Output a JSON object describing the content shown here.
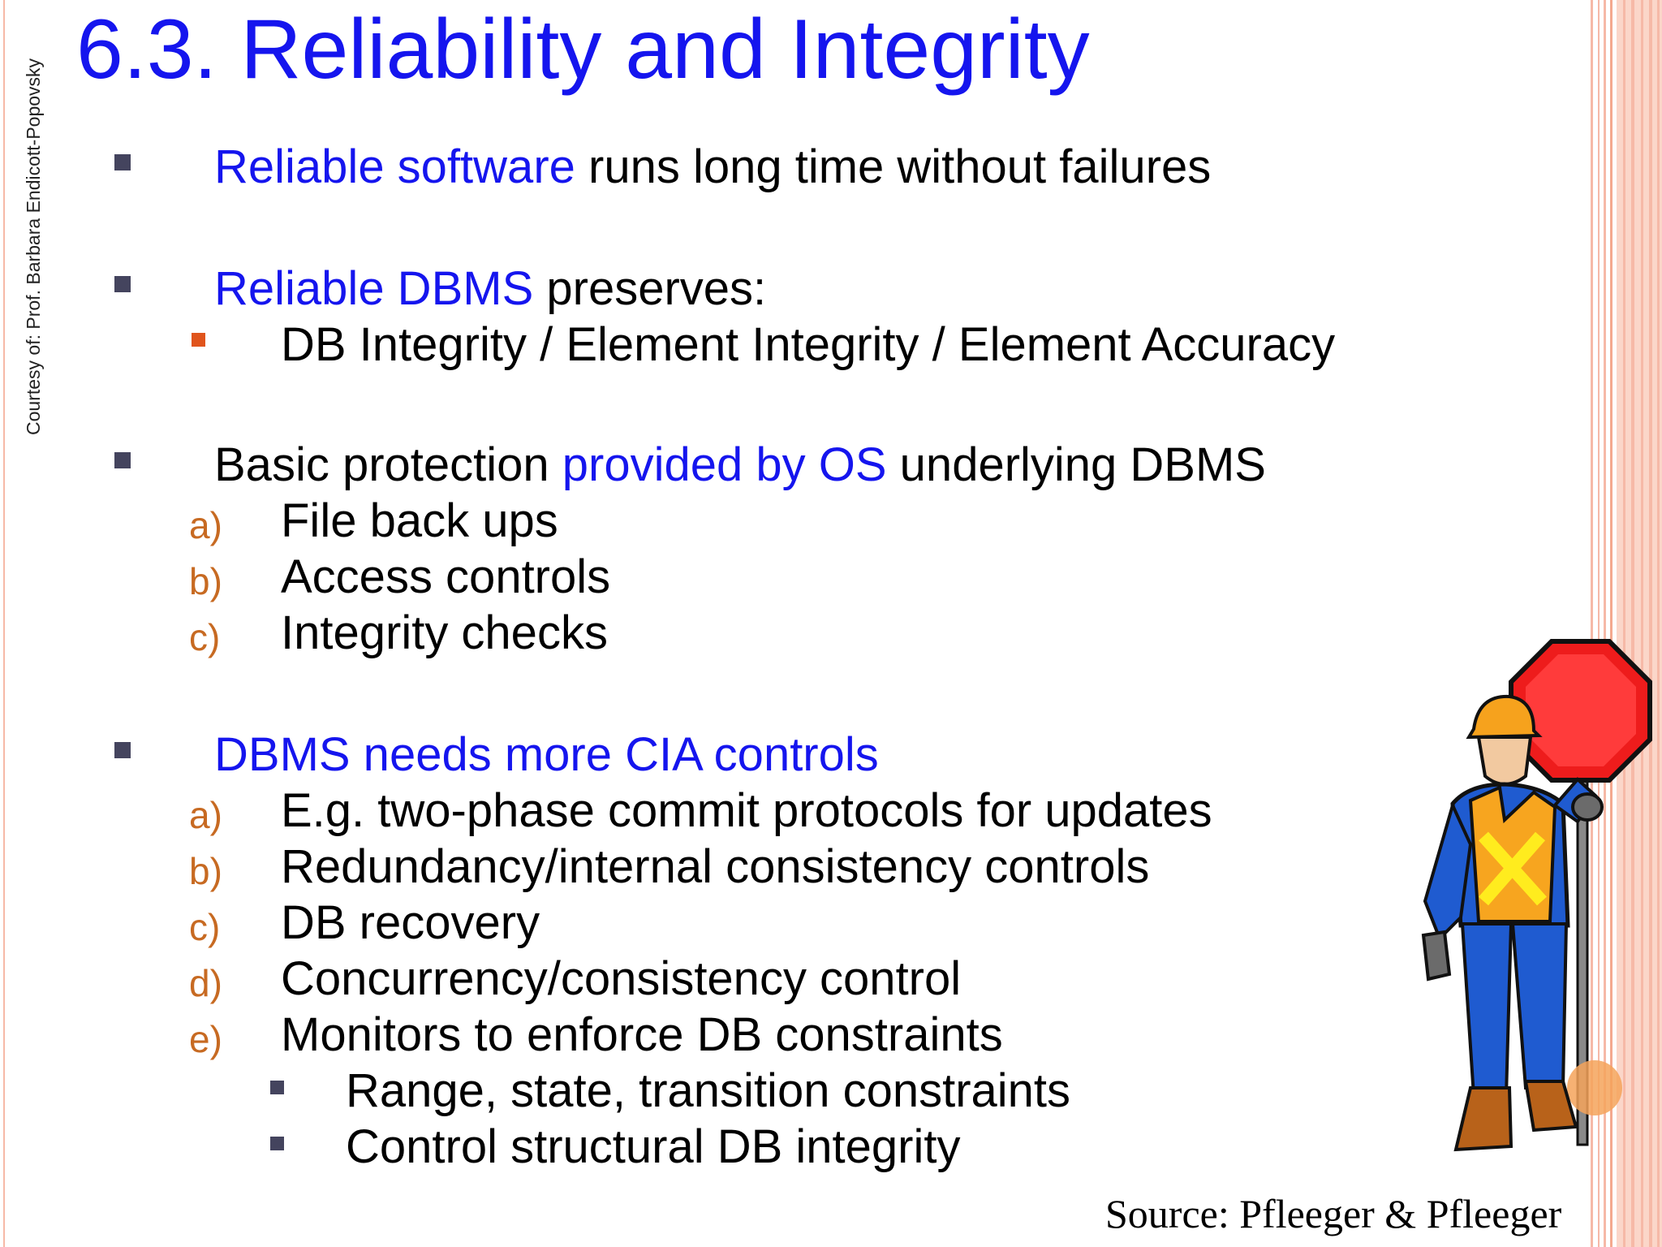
{
  "courtesy": "Courtesy of: Prof. Barbara Endicott-Popovsky",
  "title": "6.3. Reliability and Integrity",
  "bullets": {
    "b1": {
      "highlight": "Reliable software",
      "rest": " runs long time without failures"
    },
    "b2": {
      "highlight": "Reliable DBMS",
      "rest": " preserves:",
      "sub": "DB Integrity / Element Integrity / Element Accuracy"
    },
    "b3": {
      "pre": "Basic protection ",
      "highlight": "provided by OS",
      "rest": " underlying DBMS",
      "items": [
        {
          "letter": "a)",
          "text": "File back ups"
        },
        {
          "letter": "b)",
          "text": "Access controls"
        },
        {
          "letter": "c)",
          "text": "Integrity checks"
        }
      ]
    },
    "b4": {
      "highlight": "DBMS needs more CIA controls",
      "items": [
        {
          "letter": "a)",
          "text": "E.g. two-phase commit protocols for updates"
        },
        {
          "letter": "b)",
          "text": "Redundancy/internal consistency controls"
        },
        {
          "letter": "c)",
          "text": "DB recovery"
        },
        {
          "letter": "d)",
          "text": "Concurrency/consistency control"
        },
        {
          "letter": "e)",
          "text": "Monitors to enforce DB constraints"
        }
      ],
      "subitems": [
        "Range, state, transition constraints",
        "Control structural DB integrity"
      ]
    }
  },
  "source": "Source: Pfleeger & Pfleeger",
  "clipart": {
    "icon": "stop-sign-worker-icon"
  },
  "colors": {
    "title": "#1515ee",
    "highlight": "#1515ee",
    "letters": "#c76a22",
    "bullet": "#44445e",
    "sub_bullet": "#e0541c",
    "stripe": "#f6b9a7"
  }
}
